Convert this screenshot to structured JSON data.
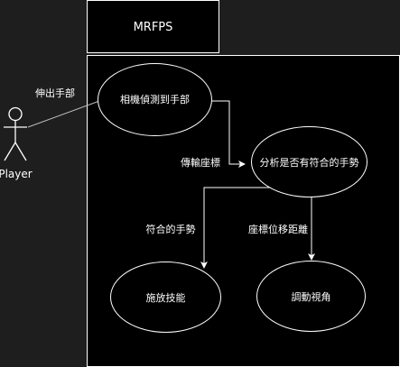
{
  "diagram": {
    "title": "MRFPS",
    "actor": {
      "label": "Player",
      "action_label": "伸出手部"
    },
    "nodes": {
      "detect": "相機偵測到手部",
      "analyze": "分析是否有符合的手勢",
      "cast": "施放技能",
      "camera": "調動視角"
    },
    "edges": {
      "transfer": "傳輸座標",
      "match": "符合的手勢",
      "move": "座標位移距離"
    }
  },
  "colors": {
    "canvas": "#1e1e1e",
    "panel": "#000000",
    "stroke": "#ffffff",
    "actor_link": "#bcbcbc",
    "text": "#ffffff"
  }
}
